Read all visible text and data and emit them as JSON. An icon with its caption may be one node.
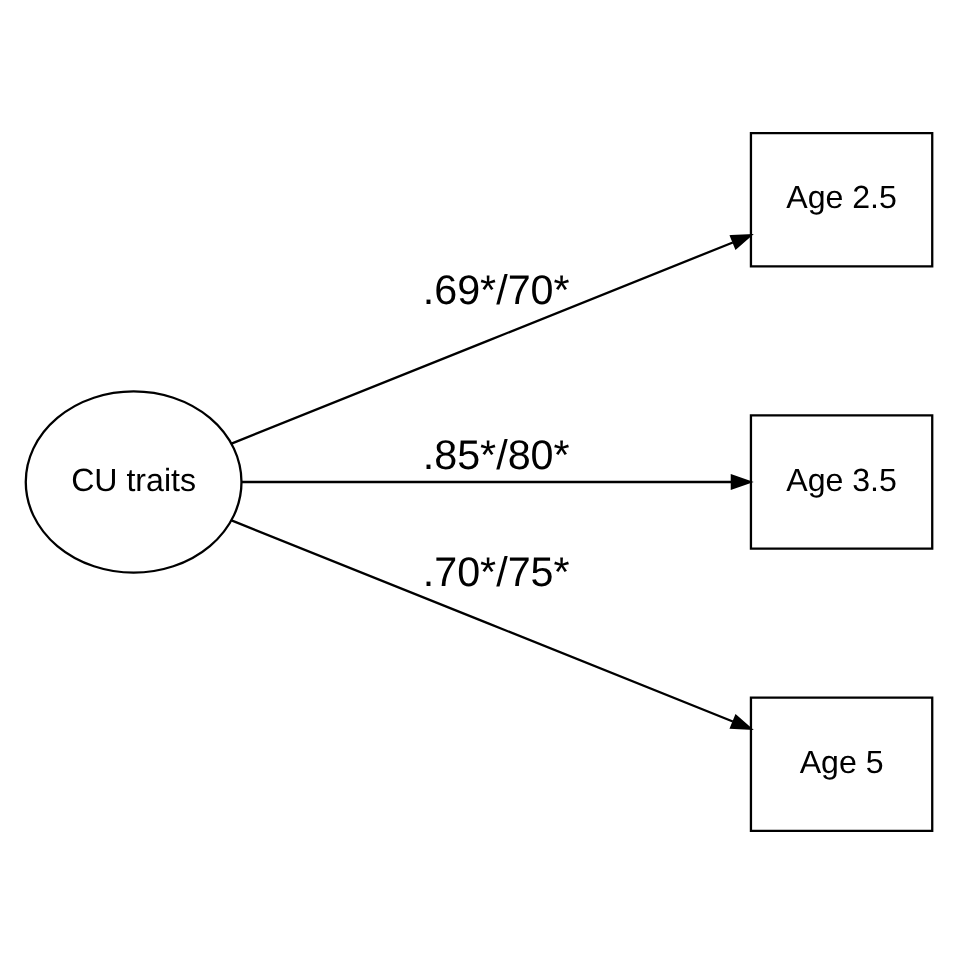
{
  "diagram": {
    "nodes": [
      {
        "text": [
          "CU traits"
        ]
      },
      {
        "text": [
          "Age 2.5"
        ]
      },
      {
        "text": [
          "Age 3.5"
        ]
      },
      {
        "text": [
          "Age 5"
        ]
      }
    ],
    "edges": [
      {
        "from": 0,
        "to": 1,
        "arrow": "to",
        "label": ".69*/70*"
      },
      {
        "from": 0,
        "to": 2,
        "arrow": "to",
        "label": ".85*/80*"
      },
      {
        "from": 0,
        "to": 3,
        "arrow": "to",
        "label": ".70*/75*"
      }
    ]
  }
}
